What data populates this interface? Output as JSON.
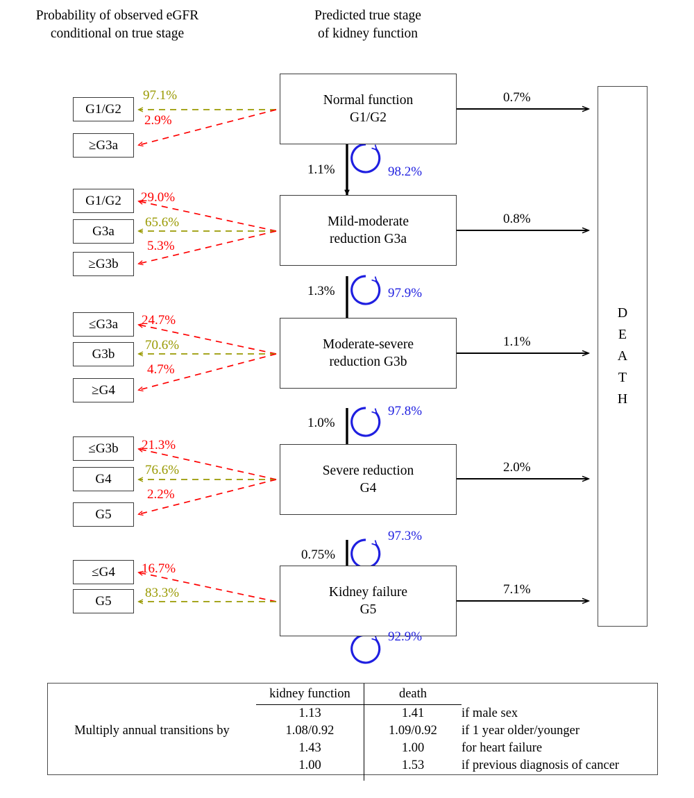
{
  "headers": {
    "left_line1": "Probability of observed eGFR",
    "left_line2": "conditional on true stage",
    "right_line1": "Predicted true stage",
    "right_line2": "of kidney function"
  },
  "colors": {
    "observed_main": "#999900",
    "observed_misclass": "#fe0000",
    "self_loop": "#1f1fe0",
    "transition": "#000000",
    "box_border": "#3a3a3a"
  },
  "death_box": {
    "letters": [
      "D",
      "E",
      "A",
      "T",
      "H"
    ]
  },
  "stages": [
    {
      "id": "g1g2",
      "line1": "Normal function",
      "line2": "G1/G2",
      "self_loop_pct": "98.2%",
      "progression_pct": "1.1%",
      "mortality_pct": "0.7%",
      "observed": [
        {
          "label": "G1/G2",
          "pct": "97.1%",
          "kind": "main"
        },
        {
          "label": "≥G3a",
          "pct": "2.9%",
          "kind": "misclass"
        }
      ]
    },
    {
      "id": "g3a",
      "line1": "Mild-moderate",
      "line2": "reduction G3a",
      "self_loop_pct": "97.9%",
      "progression_pct": "1.3%",
      "mortality_pct": "0.8%",
      "observed": [
        {
          "label": "G1/G2",
          "pct": "29.0%",
          "kind": "misclass"
        },
        {
          "label": "G3a",
          "pct": "65.6%",
          "kind": "main"
        },
        {
          "label": "≥G3b",
          "pct": "5.3%",
          "kind": "misclass"
        }
      ]
    },
    {
      "id": "g3b",
      "line1": "Moderate-severe",
      "line2": "reduction G3b",
      "self_loop_pct": "97.8%",
      "progression_pct": "1.0%",
      "mortality_pct": "1.1%",
      "observed": [
        {
          "label": "≤G3a",
          "pct": "24.7%",
          "kind": "misclass"
        },
        {
          "label": "G3b",
          "pct": "70.6%",
          "kind": "main"
        },
        {
          "label": "≥G4",
          "pct": "4.7%",
          "kind": "misclass"
        }
      ]
    },
    {
      "id": "g4",
      "line1": "Severe reduction",
      "line2": "G4",
      "self_loop_pct": "97.3%",
      "progression_pct": "0.75%",
      "mortality_pct": "2.0%",
      "observed": [
        {
          "label": "≤G3b",
          "pct": "21.3%",
          "kind": "misclass"
        },
        {
          "label": "G4",
          "pct": "76.6%",
          "kind": "main"
        },
        {
          "label": "G5",
          "pct": "2.2%",
          "kind": "misclass"
        }
      ]
    },
    {
      "id": "g5",
      "line1": "Kidney failure",
      "line2": "G5",
      "self_loop_pct": "92.9%",
      "progression_pct": null,
      "mortality_pct": "7.1%",
      "observed": [
        {
          "label": "≤G4",
          "pct": "16.7%",
          "kind": "misclass"
        },
        {
          "label": "G5",
          "pct": "83.3%",
          "kind": "main"
        }
      ]
    }
  ],
  "multiplier_table": {
    "row_label": "Multiply annual transitions by",
    "columns": [
      "kidney function",
      "death"
    ],
    "rows": [
      {
        "kidney_function": "1.13",
        "death": "1.41",
        "condition": "if male sex"
      },
      {
        "kidney_function": "1.08/0.92",
        "death": "1.09/0.92",
        "condition": "if 1 year older/younger"
      },
      {
        "kidney_function": "1.43",
        "death": "1.00",
        "condition": "for heart failure"
      },
      {
        "kidney_function": "1.00",
        "death": "1.53",
        "condition": "if previous diagnosis of cancer"
      }
    ]
  }
}
